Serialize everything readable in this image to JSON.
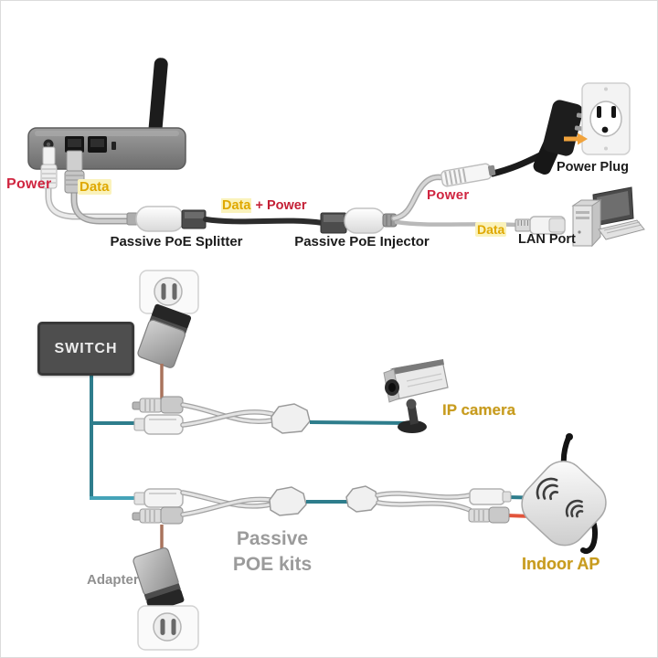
{
  "top_diagram": {
    "router_power_label": "Power",
    "router_data_label": "Data",
    "splitter_label": "Passive PoE Splitter",
    "mid_label": {
      "data": "Data",
      "plus": " + ",
      "power": "Power"
    },
    "injector_label": "Passive PoE Injector",
    "injector_power_label": "Power",
    "power_plug_label": "Power Plug",
    "lan_data_label": "Data",
    "lan_port_label": "LAN Port"
  },
  "bottom_diagram": {
    "switch_label": "SWITCH",
    "ip_camera_label": "IP camera",
    "poe_kits_label": {
      "line1": "Passive",
      "line2": "POE kits"
    },
    "adapter_label": "Adapter",
    "indoor_ap_label": "Indoor AP"
  },
  "colors": {
    "power_red_text": "#d02540",
    "data_gold_text": "#dfa800",
    "data_highlight": "#faf2bb",
    "device_gold_text": "#c79b1e",
    "gray_text": "#909090",
    "label_black": "#1b1b1b",
    "teal_cable": "#2e7d8c",
    "teal_cable_light": "#45a3b8",
    "red_cable": "#e2543b",
    "brown_cable": "#a9735c",
    "black_cable": "#2c2c2c",
    "switch_bg": "#4e4e4e",
    "arrow_orange": "#f1a33c"
  }
}
